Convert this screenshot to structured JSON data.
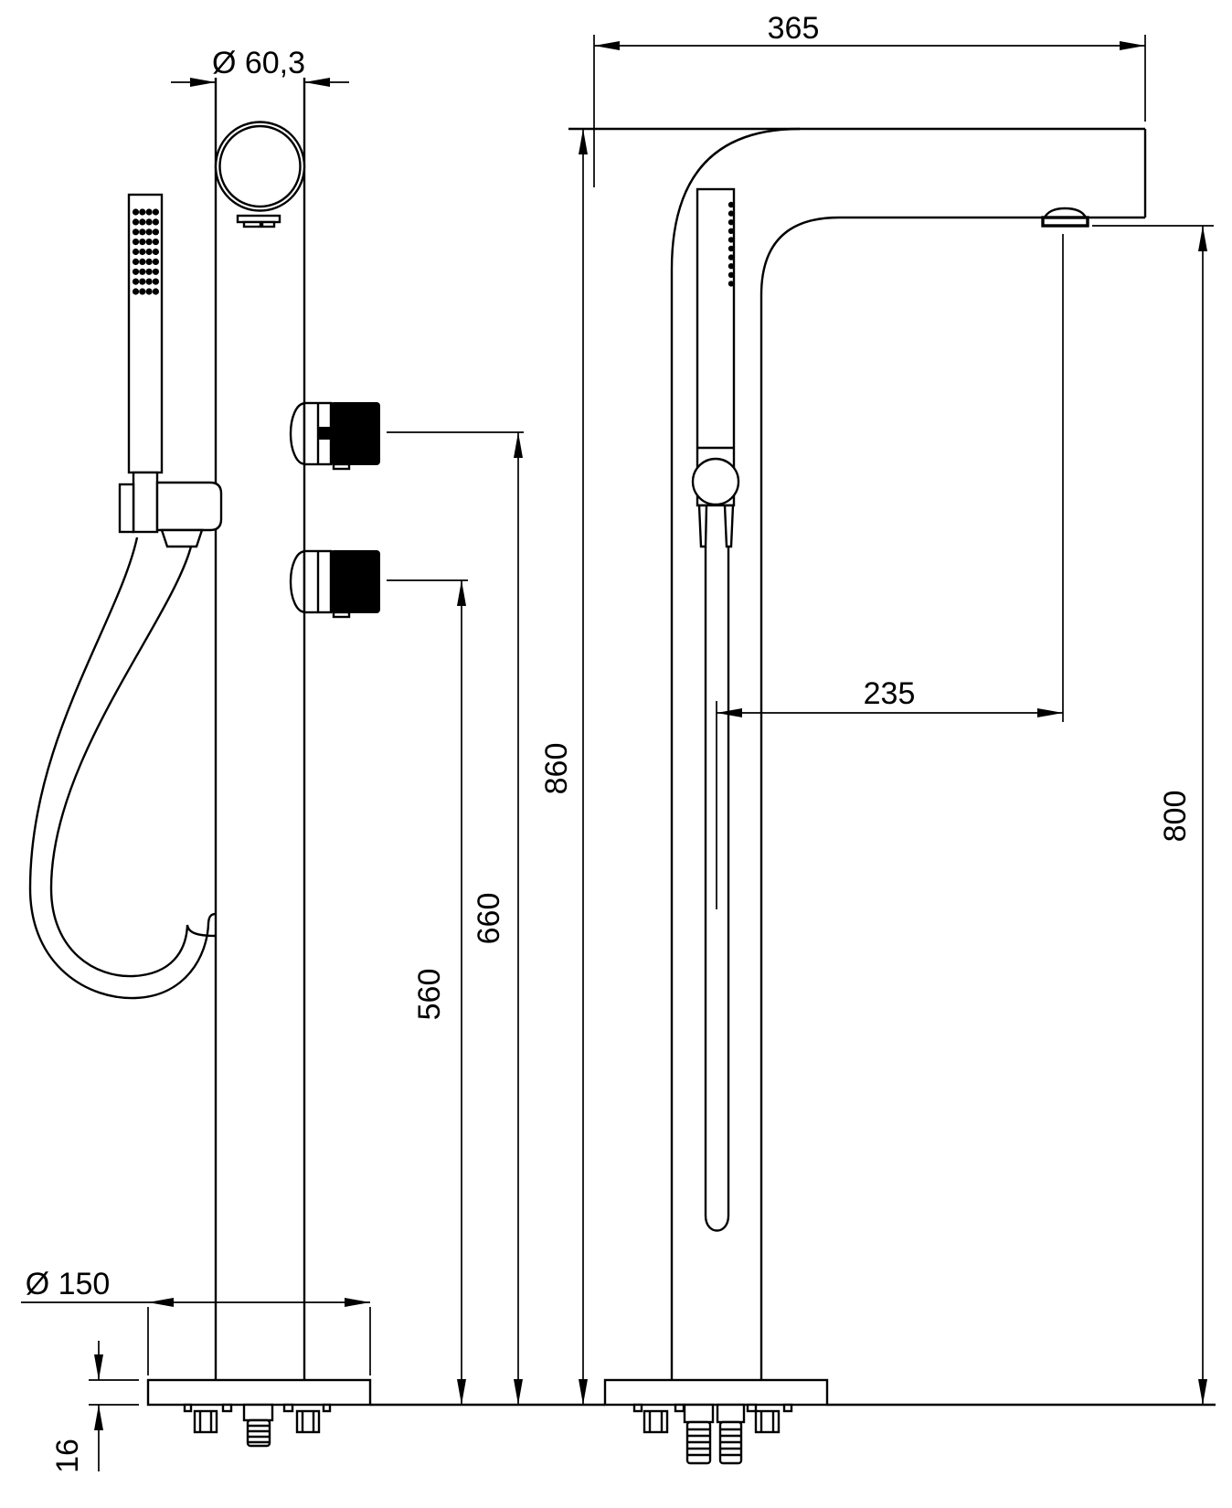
{
  "drawing": {
    "background_color": "#ffffff",
    "line_color": "#000000",
    "dimensions": {
      "spout_pipe_diameter": "Ø 60,3",
      "spout_reach": "365",
      "total_height": "860",
      "spout_outlet_height": "800",
      "outlet_offset": "235",
      "upper_knob_height": "660",
      "lower_knob_height": "560",
      "base_plate_diameter": "Ø 150",
      "base_plate_thickness": "16"
    }
  }
}
